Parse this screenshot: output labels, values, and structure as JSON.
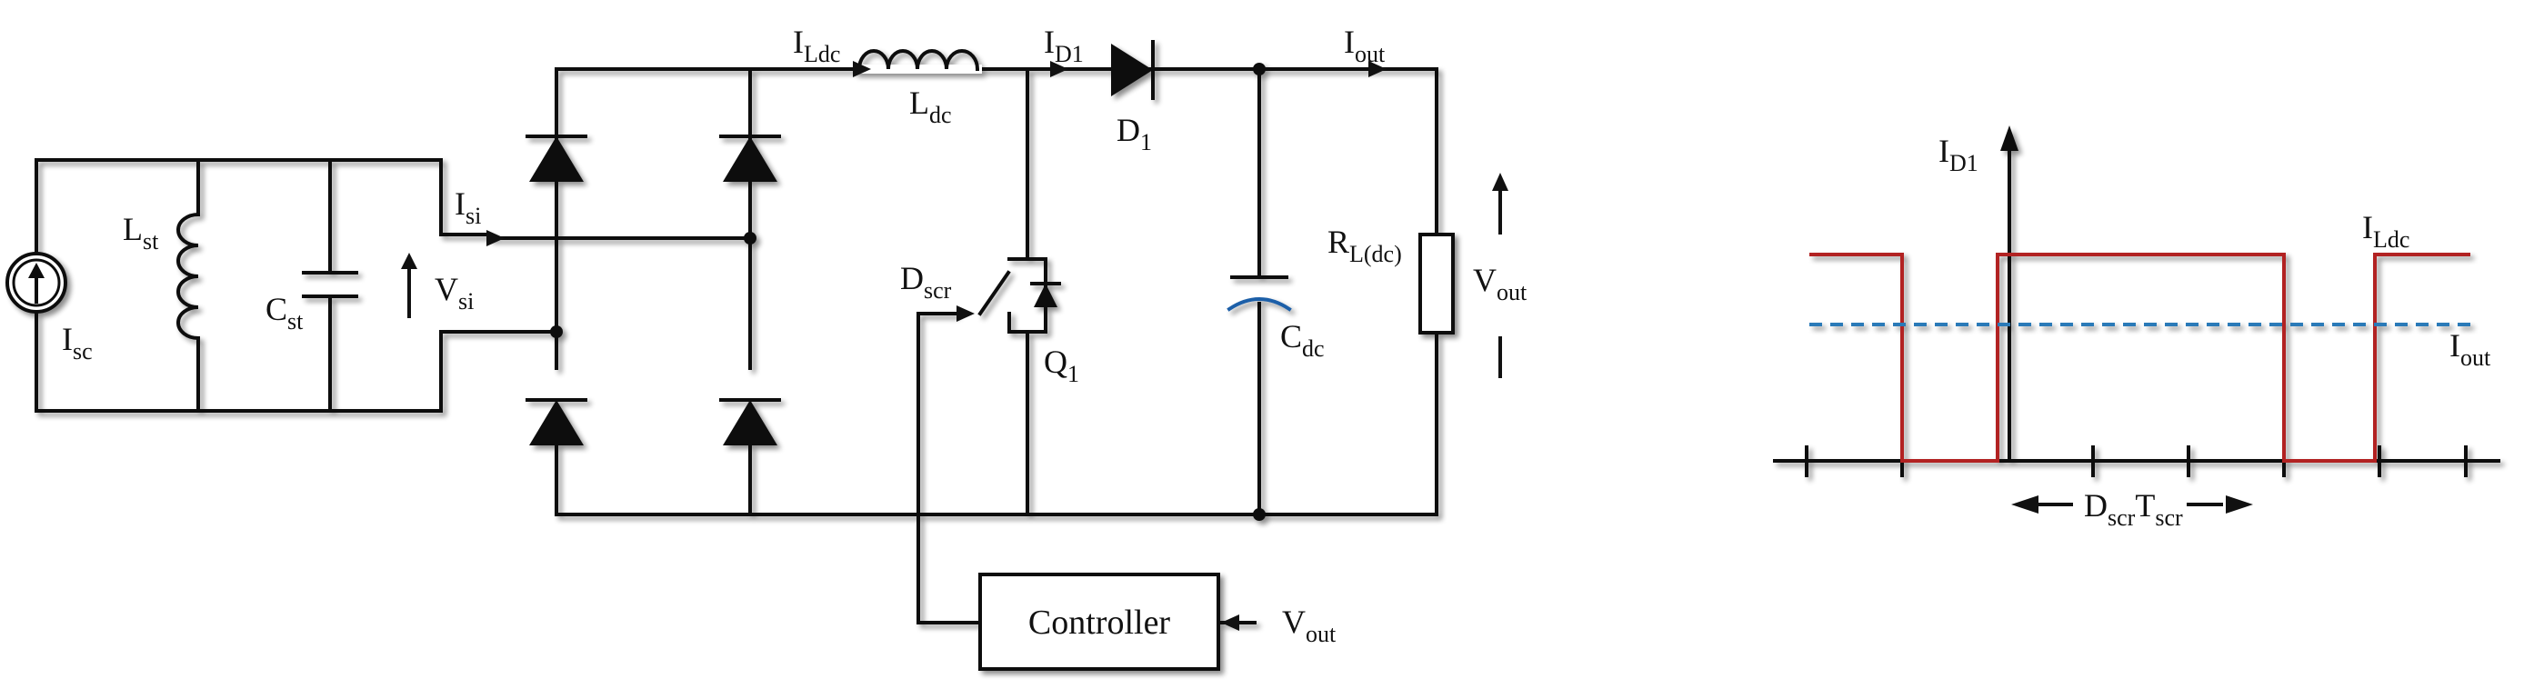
{
  "circuit": {
    "labels": {
      "isc": {
        "main": "I",
        "sub": "sc"
      },
      "lst": {
        "main": "L",
        "sub": "st"
      },
      "cst": {
        "main": "C",
        "sub": "st"
      },
      "vsi": {
        "main": "V",
        "sub": "si"
      },
      "isi": {
        "main": "I",
        "sub": "si"
      },
      "ildc": {
        "main": "I",
        "sub": "Ldc"
      },
      "ldc": {
        "main": "L",
        "sub": "dc"
      },
      "id1": {
        "main": "I",
        "sub": "D1"
      },
      "d1": {
        "main": "D",
        "sub": "1"
      },
      "iout": {
        "main": "I",
        "sub": "out"
      },
      "dscr": {
        "main": "D",
        "sub": "scr"
      },
      "q1": {
        "main": "Q",
        "sub": "1"
      },
      "cdc": {
        "main": "C",
        "sub": "dc"
      },
      "rl": {
        "main": "R",
        "sub": "L(dc)"
      },
      "vout": {
        "main": "V",
        "sub": "out"
      }
    },
    "controller": {
      "label": "Controller",
      "input": {
        "main": "V",
        "sub": "out"
      }
    }
  },
  "waveform": {
    "yaxis": {
      "main": "I",
      "sub": "D1"
    },
    "series_ildc": {
      "main": "I",
      "sub": "Ldc"
    },
    "series_iout": {
      "main": "I",
      "sub": "out"
    },
    "interval": {
      "d_main": "D",
      "d_sub": "scr",
      "t_main": "T",
      "t_sub": "scr"
    },
    "colors": {
      "current": "#b22222",
      "average": "#2a7ab8"
    }
  }
}
